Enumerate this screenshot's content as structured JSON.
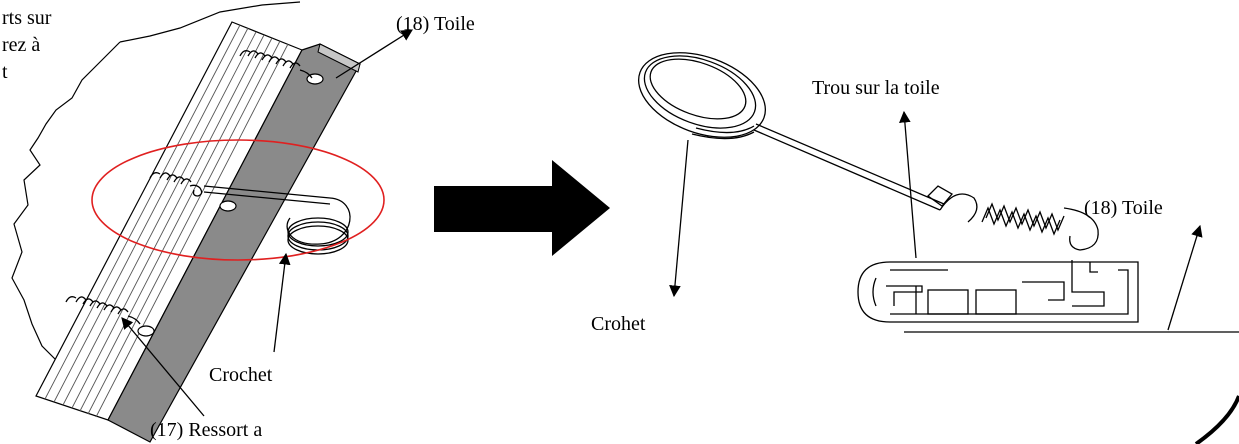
{
  "labels": {
    "partial_line1": "rts sur",
    "partial_line2": "rez à",
    "partial_line3": "t",
    "canvas_left_top": "(18) Toile",
    "crochet_left": "Crochet",
    "spring_left": "(17) Ressort a",
    "hole_right": "Trou sur la toile",
    "crohet_right": "Crohet",
    "canvas_right": "(18) Toile"
  },
  "icons": {
    "direction_arrow": "right-arrow-icon"
  },
  "colors": {
    "ink": "#000000",
    "highlight_ellipse": "#e02020",
    "bar_fill": "#8a8a8a",
    "bar_edge": "#c7c7c7"
  }
}
